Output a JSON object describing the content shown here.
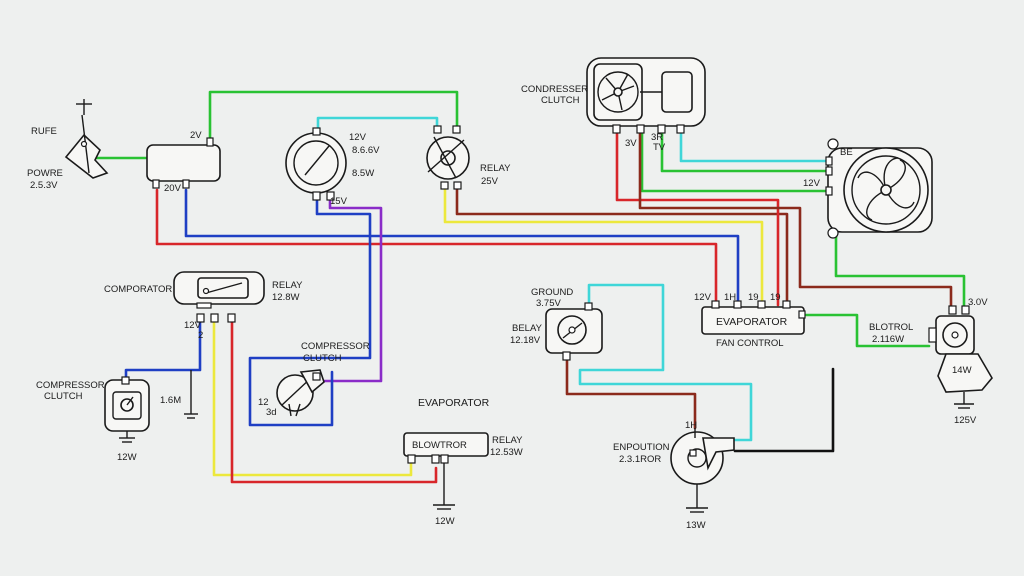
{
  "colors": {
    "red": "#d8262a",
    "blue": "#1f3fc4",
    "green": "#29c233",
    "yellow": "#ece83c",
    "cyan": "#3fd6d8",
    "purple": "#8a2cc8",
    "darkred": "#8b2a1c",
    "black": "#111111"
  },
  "labels": {
    "fuse": "RUFE",
    "power_line1": "POWRE",
    "power_line2": "2.5.3V",
    "main_2v": "2V",
    "main_20v": "20V",
    "gauge_12v": "12V",
    "gauge_866v": "8.6.6V",
    "gauge_85w": "8.5W",
    "gauge_15v": "15V",
    "relay_top1": "RELAY",
    "relay_top2": "25V",
    "condenser1": "CONDRESSER",
    "condenser2": "CLUTCH",
    "cond_3v": "3V",
    "cond_3r": "3R",
    "cond_tv": "TV",
    "fan_b": "BE",
    "fan_12v": "12V",
    "comporator": "COMPORATOR",
    "relay_mid1": "RELAY",
    "relay_mid2": "12.8W",
    "comp_12v": "12V",
    "comp_2": "2",
    "compressor_top1": "COMPRESSOR",
    "compressor_top2": "CLUTCH",
    "compressor_inner1": "12",
    "compressor_inner2": "3d",
    "compressor_left1": "COMPRESSOR",
    "compressor_left2": "CLUTCH",
    "left_16m": "1.6M",
    "left_12w": "12W",
    "evaporator_top": "EVAPORATOR",
    "blowtror": "BLOWTROR",
    "relay_bot1": "RELAY",
    "relay_bot2": "12.53W",
    "bot_12w": "12W",
    "ground1": "GROUND",
    "ground2": "3.75V",
    "belay1": "BELAY",
    "belay2": "12.18V",
    "evap_12v": "12V",
    "evap_1h": "1H",
    "evap_19a": "19",
    "evap_19b": "19",
    "evaporator_box": "EVAPORATOR",
    "fan_control": "FAN CONTROL",
    "enpoution1": "ENPOUTION",
    "enpoution2": "2.3.1ROR",
    "enp_1h": "1H",
    "enp_13w": "13W",
    "right_30v": "3.0V",
    "blotrol1": "BLOTROL",
    "blotrol2": "2.116W",
    "right_14w": "14W",
    "right_125v": "125V"
  }
}
